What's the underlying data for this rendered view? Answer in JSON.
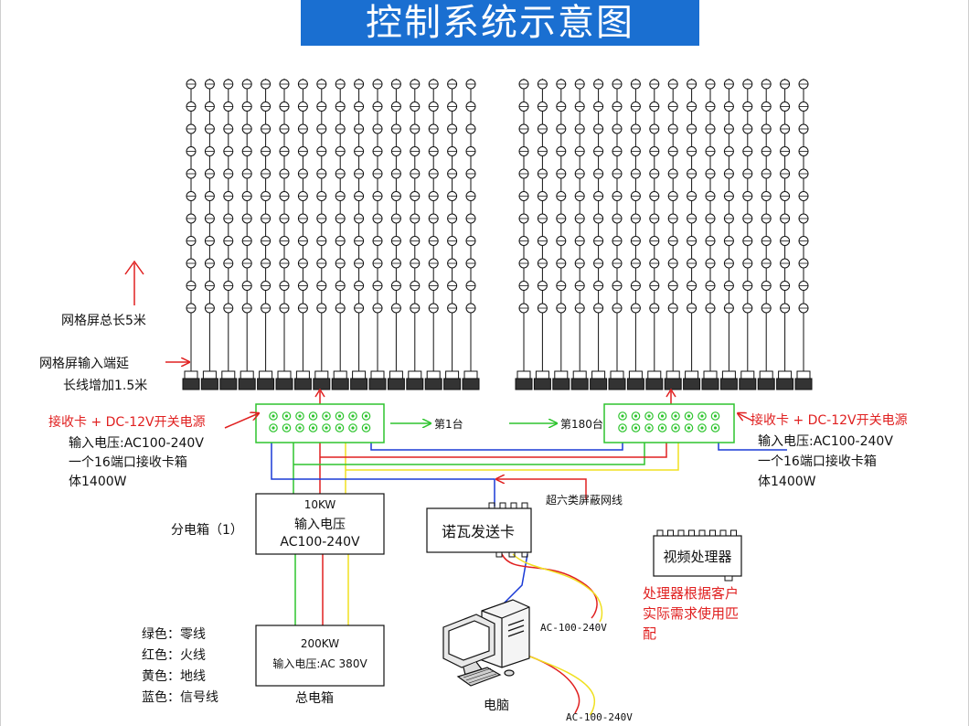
{
  "title": "控制系统示意图",
  "screen_length_note": "网格屏总长5米",
  "extension_note": [
    "网格屏输入端延",
    "长线增加1.5米"
  ],
  "receiver_label": "接收卡 + DC-12V开关电源",
  "receiver_specs": [
    "输入电压:AC100-240V",
    "一个16端口接收卡箱",
    "体1400W"
  ],
  "unit_first": "第1台",
  "unit_last": "第180台",
  "cable_label": "超六类屏蔽网线",
  "dist_box": {
    "label": "分电箱（1）",
    "lines": [
      "10KW",
      "输入电压",
      "AC100-240V"
    ]
  },
  "sender_card": "诺瓦发送卡",
  "video_processor": "视频处理器",
  "processor_note": [
    "处理器根据客户",
    "实际需求使用匹",
    "配"
  ],
  "main_box": {
    "label": "总电箱",
    "lines": [
      "200KW",
      "输入电压:AC 380V"
    ]
  },
  "computer_label": "电脑",
  "ac_labels": [
    "AC-100-240V",
    "AC-100-240V"
  ],
  "legend": [
    {
      "text": "绿色：零线",
      "color": "#2ec42e"
    },
    {
      "text": "红色：火线",
      "color": "#e02020"
    },
    {
      "text": "黄色：地线",
      "color": "#f0e020"
    },
    {
      "text": "蓝色：信号线",
      "color": "#1a3ad6"
    }
  ],
  "colors": {
    "title_bg": "#1a6fd1",
    "box_border": "#2ec42e",
    "accent_red": "#e02020",
    "blue": "#1a3ad6",
    "yellow": "#f0e020",
    "green": "#2ec42e"
  }
}
